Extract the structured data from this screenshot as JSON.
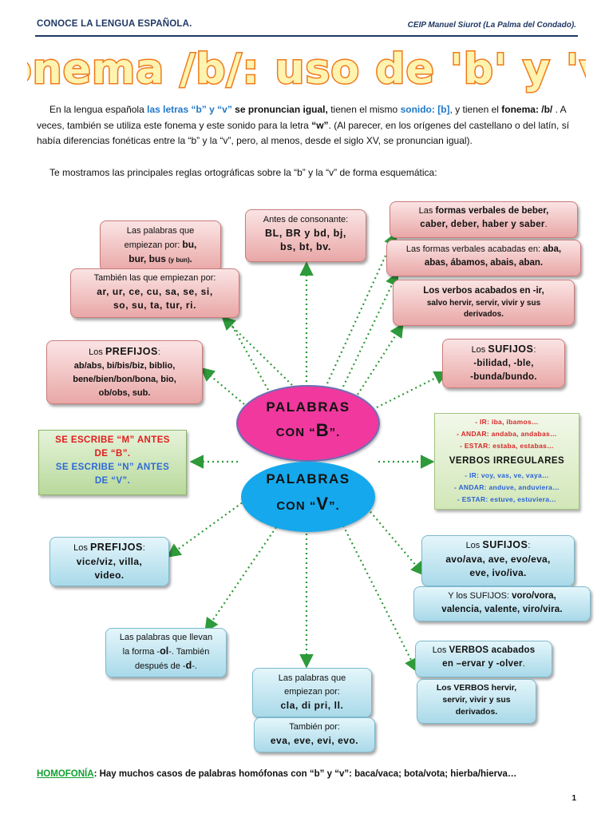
{
  "header": {
    "left": "CONOCE LA LENGUA ESPAÑOLA.",
    "right": "CEIP Manuel Siurot (La Palma del Condado)."
  },
  "title": "Fonema /b/: uso de 'b' y 'v'.",
  "intro": {
    "p1_a": "En la lengua española ",
    "p1_b": "las letras “b” y “v”",
    "p1_c": " se pronuncian igual,",
    "p1_d": " tienen el mismo ",
    "p1_e": "sonido: [b]",
    "p1_f": ", y tienen el ",
    "p1_g": "fonema: /b/",
    "p1_h": " . A veces, también se utiliza este fonema y este sonido para la letra ",
    "p1_i": "“w”",
    "p1_j": ". (Al parecer, en los orígenes del castellano o del latín, sí había diferencias fonéticas entre la “b” y la “v”, pero, al menos, desde el siglo XV, se pronuncian igual).",
    "p2": "Te mostramos las principales reglas ortográficas sobre la “b” y la “v” de forma esquemática:"
  },
  "center": {
    "b_line1": "PALABRAS",
    "b_line2": "CON “",
    "b_letter": "B",
    "b_end": "”.",
    "v_line1": "PALABRAS",
    "v_line2": "CON “",
    "v_letter": "V",
    "v_end": "”."
  },
  "b_boxes": {
    "empiezan_bu_1": "Las palabras que",
    "empiezan_bu_2": "empiezan por: ",
    "empiezan_bu_3": "bu,",
    "empiezan_bu_4": "bur, bus",
    "empiezan_bu_5": "(y bun)",
    "empiezan_bu_6": ".",
    "consonante_1": "Antes de consonante:",
    "consonante_2": "BL, BR y bd, bj,",
    "consonante_3": "bs, bt, bv.",
    "beber_1": "Las ",
    "beber_2": "formas verbales de beber,",
    "beber_3": "caber, deber, haber y saber",
    "beber_4": ".",
    "aba_1": "Las formas verbales acabadas en: ",
    "aba_2": "aba,",
    "aba_3": "abas, ábamos, abais, aban.",
    "ir_1": "Los verbos acabados en -ir,",
    "ir_2": "salvo hervir, servir, vivir y sus",
    "ir_3": "derivados.",
    "ar_1": "También las que empiezan por:",
    "ar_2": "ar, ur, ce, cu, sa, se, si,",
    "ar_3": "so, su, ta, tur, ri.",
    "prefijos_1": "Los ",
    "prefijos_2": "PREFIJOS",
    "prefijos_3": ":",
    "prefijos_4": "ab/abs, bi/bis/biz, biblio,",
    "prefijos_5": "bene/bien/bon/bona, bio,",
    "prefijos_6": "ob/obs, sub.",
    "sufijos_1": "Los ",
    "sufijos_2": "SUFIJOS",
    "sufijos_3": ":",
    "sufijos_4": "-bilidad, -ble,",
    "sufijos_5": "-bunda/bundo."
  },
  "m_box": {
    "l1": "SE ESCRIBE “M” ANTES",
    "l2": "DE “B”.",
    "l3": "SE ESCRIBE “N” ANTES",
    "l4": "DE “V”."
  },
  "irregulares": {
    "ir": "- IR: iba, íbamos…",
    "andar": "- ANDAR: andaba, andabas…",
    "estar": "- ESTAR: estaba, estabas…",
    "title": "VERBOS IRREGULARES",
    "ir_v": "- IR: voy, vas, ve, vaya…",
    "andar_v": "- ANDAR: anduve, anduviera…",
    "estar_v": "- ESTAR: estuve, estuviera…"
  },
  "v_boxes": {
    "prefijos_1": "Los ",
    "prefijos_2": "PREFIJOS",
    "prefijos_3": ":",
    "prefijos_4": "vice/viz, villa,",
    "prefijos_5": "video.",
    "ol_1": "Las palabras que llevan",
    "ol_2": "la forma -",
    "ol_3": "ol",
    "ol_4": "-. También",
    "ol_5": "después de -",
    "ol_6": "d",
    "ol_7": "-.",
    "cla_1": "Las palabras que",
    "cla_2": "empiezan por:",
    "cla_3": "cla, di pri, ll.",
    "eva_1": "También por:",
    "eva_2": "eva, eve, evi, evo.",
    "sufijos_1": "Los ",
    "sufijos_2": "SUFIJOS",
    "sufijos_3": ":",
    "sufijos_4": "avo/ava, ave, evo/eva,",
    "sufijos_5": "eve, ivo/iva.",
    "sufijos2_1": "Y los SUFIJOS:  ",
    "sufijos2_2": "voro/vora,",
    "sufijos2_3": "valencia, valente, viro/vira.",
    "ervar_1": "Los ",
    "ervar_2": "VERBOS acabados",
    "ervar_3": "en –ervar y -olver",
    "ervar_4": ".",
    "hervir_1": "Los VERBOS hervir,",
    "hervir_2": "servir, vivir y sus",
    "hervir_3": "derivados."
  },
  "footer": {
    "label": "HOMOFONÍA",
    "text": ": Hay muchos casos de palabras homófonas con “b” y “v”: baca/vaca; bota/vota;  hierba/hierva…",
    "page": "1"
  },
  "colors": {
    "title_fill": "#ffd52a",
    "title_stroke": "#f07a1a",
    "ellipse_b": "#f0389e",
    "ellipse_v": "#16a8ec",
    "arrow": "#2e9a3a"
  }
}
